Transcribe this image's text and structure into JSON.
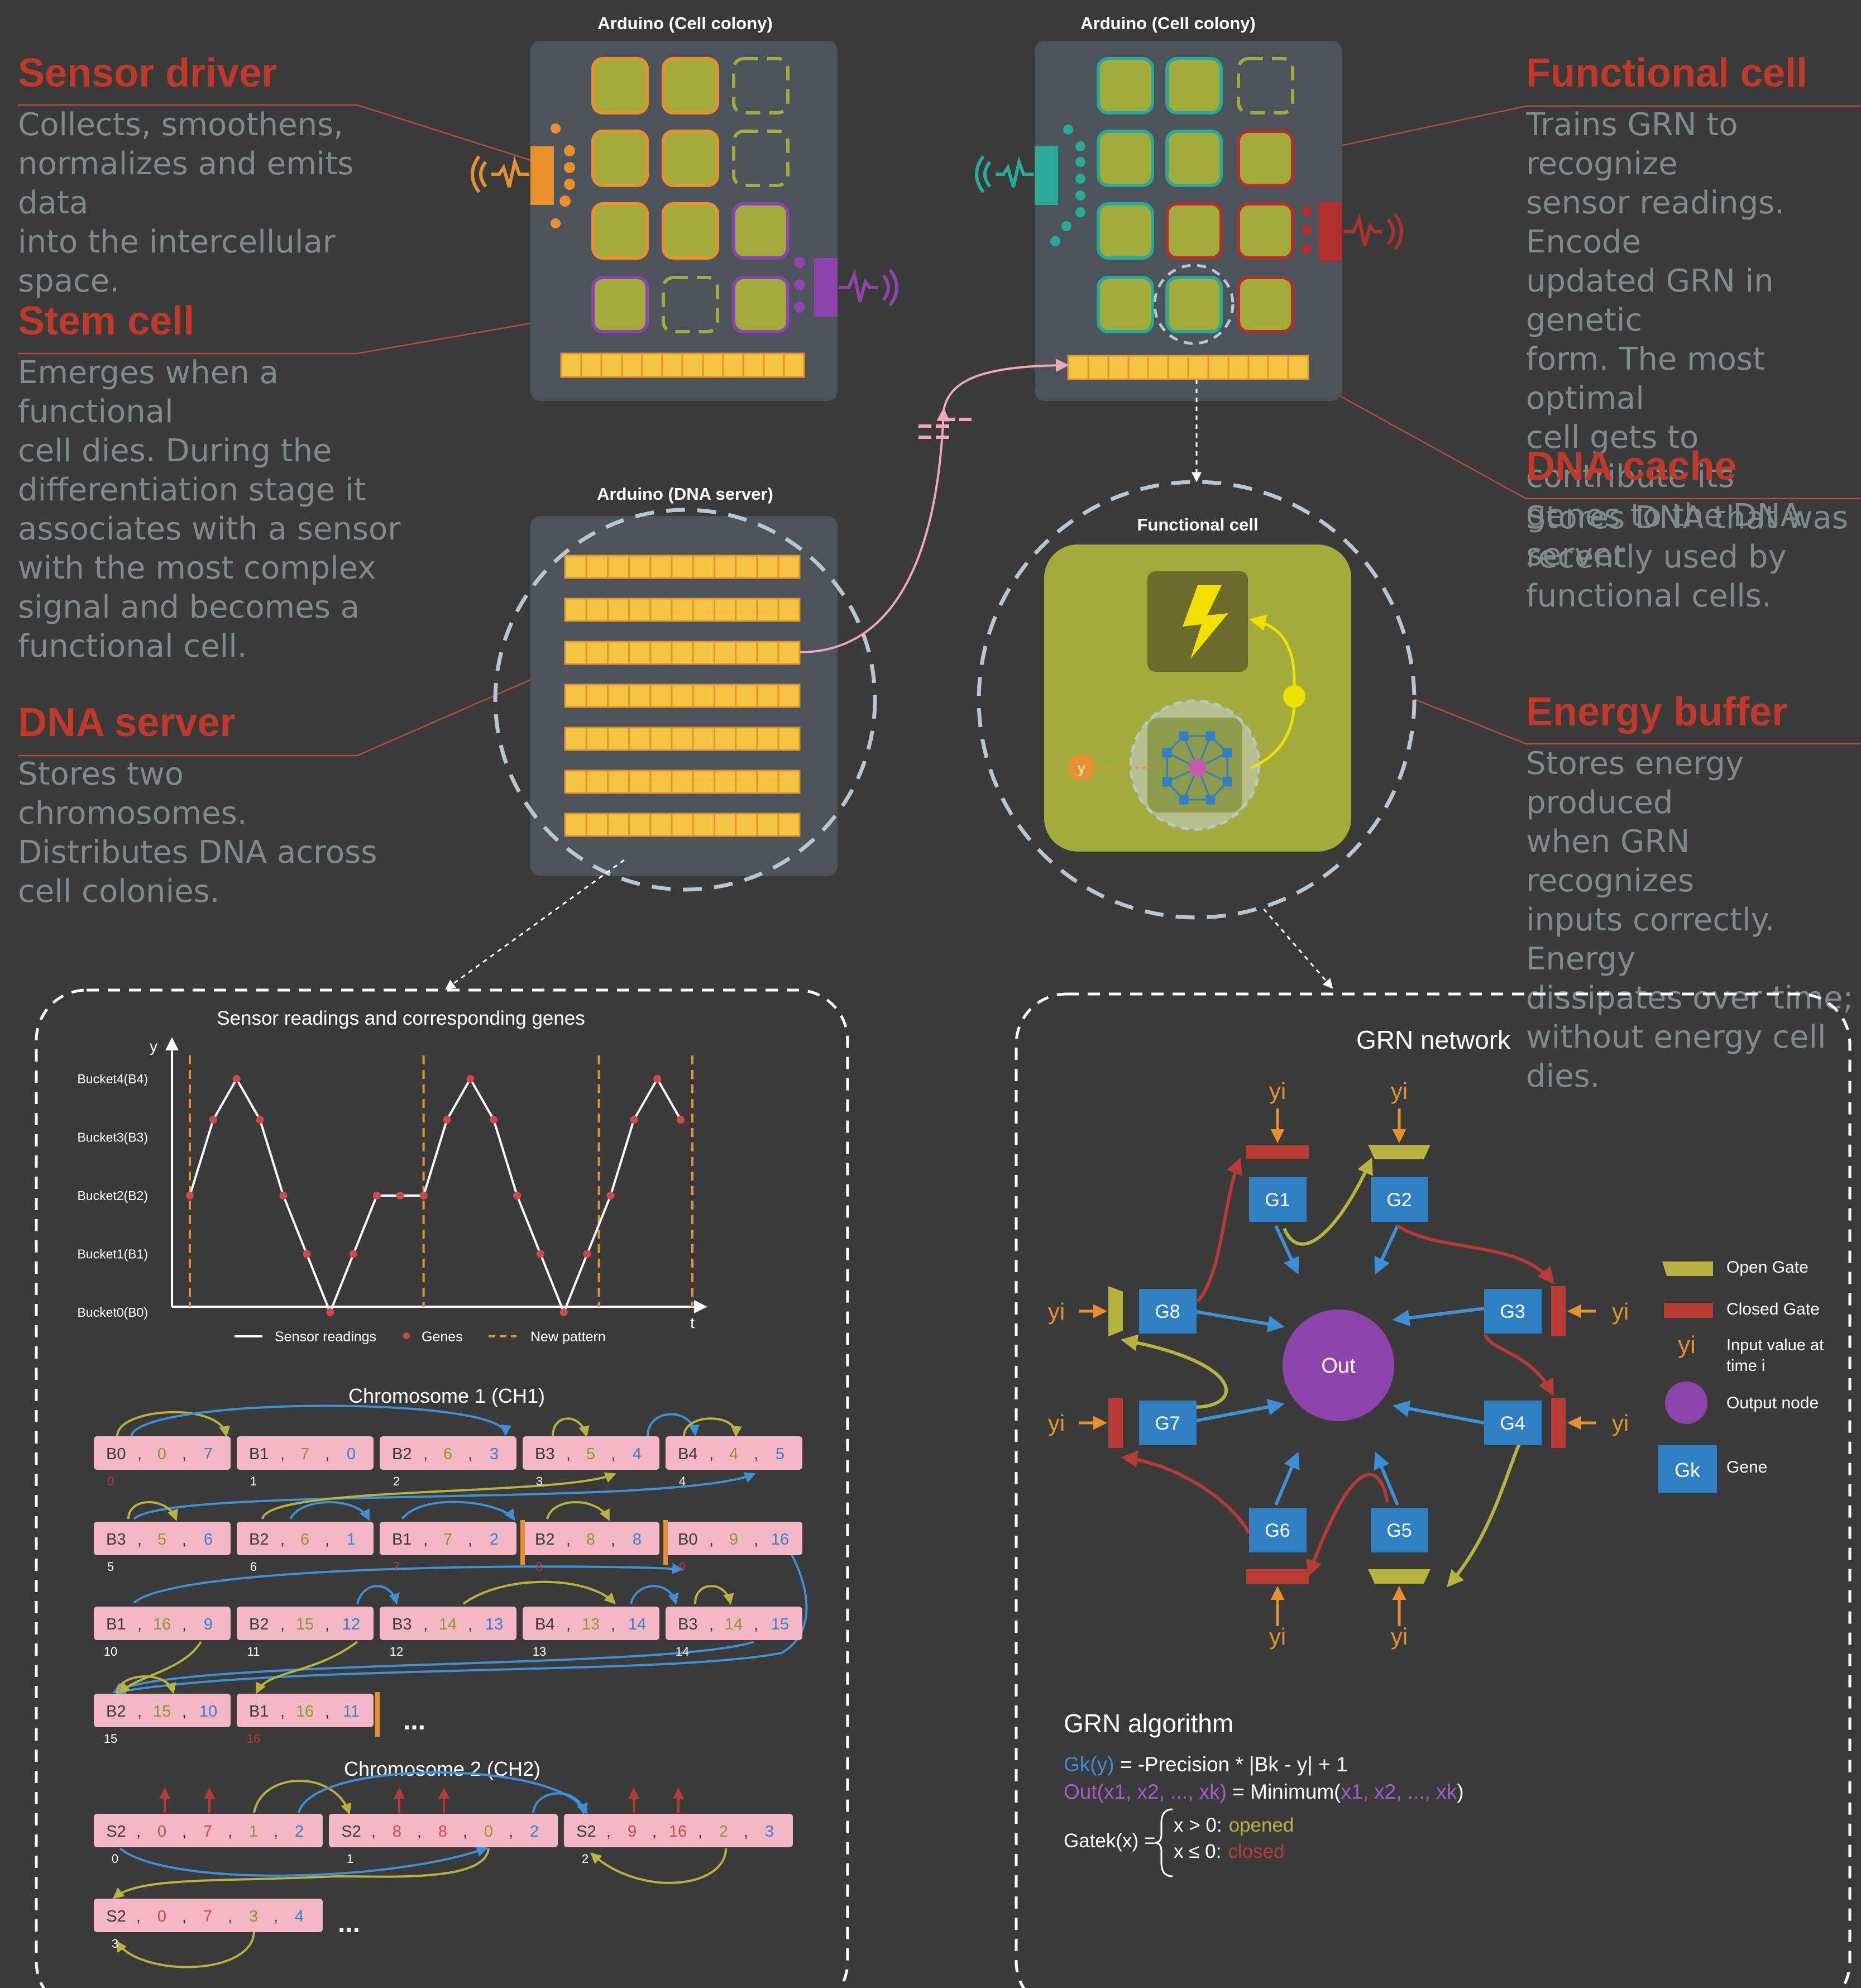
{
  "colors": {
    "background": "#3a3a3a",
    "panel": "#4a5058",
    "heading_red": "#c0392b",
    "body_gray": "#7f8a8a",
    "cell_olive": "#a3ad3d",
    "sensor_orange": "#e08a30",
    "sensor_purple": "#8e44ad",
    "sensor_teal": "#2aa89a",
    "sensor_red": "#b03030",
    "gene_blue": "#2f7fc4",
    "gene_pink": "#f3b7c6",
    "dna_yellow": "#f6c443"
  },
  "descriptions": {
    "sensor_driver": {
      "title": "Sensor driver",
      "body": "Collects, smoothens,\nnormalizes and emits data\ninto the intercellular space."
    },
    "stem_cell": {
      "title": "Stem cell",
      "body": "Emerges when a functional\ncell dies. During the\ndifferentiation stage it\nassociates with a sensor\nwith the most complex\nsignal and becomes a\nfunctional cell."
    },
    "dna_server": {
      "title": "DNA server",
      "body": "Stores two chromosomes.\nDistributes DNA across\ncell colonies."
    },
    "functional_cell": {
      "title": "Functional cell",
      "body": "Trains GRN to recognize\nsensor readings. Encode\nupdated GRN in genetic\nform. The most optimal\ncell gets to contribute its\ngenes to the DNA server"
    },
    "dna_cache": {
      "title": "DNA cache",
      "body": "Stores DNA that was\nrecently used by\nfunctional cells."
    },
    "energy_buffer": {
      "title": "Energy buffer",
      "body": "Stores energy produced\nwhen GRN recognizes\ninputs correctly. Energy\ndissipates over time;\nwithout energy cell dies."
    }
  },
  "panels": {
    "colony_left_title": "Arduino (Cell colony)",
    "colony_right_title": "Arduino (Cell colony)",
    "dna_server_title": "Arduino (DNA server)",
    "functional_cell_title": "Functional cell",
    "functional_cell_input": "y"
  },
  "sensor_chart": {
    "title": "Sensor readings and corresponding genes",
    "y_axis_letter": "y",
    "x_axis_letter": "t",
    "y_labels": [
      "Bucket4(B4)",
      "Bucket3(B3)",
      "Bucket2(B2)",
      "Bucket1(B1)",
      "Bucket0(B0)"
    ],
    "legend": [
      "Sensor readings",
      "Genes",
      "New pattern"
    ]
  },
  "chart_data": {
    "type": "line",
    "title": "Sensor readings and corresponding genes",
    "xlabel": "t",
    "ylabel": "y",
    "y_categories": [
      "Bucket0(B0)",
      "Bucket1(B1)",
      "Bucket2(B2)",
      "Bucket3(B3)",
      "Bucket4(B4)"
    ],
    "ylim": [
      0,
      4
    ],
    "series": [
      {
        "name": "Sensor readings",
        "x": [
          0,
          1,
          2,
          3,
          4,
          5,
          6,
          7,
          8,
          9,
          10,
          11,
          12,
          13,
          14,
          15,
          16,
          17,
          18,
          19,
          20,
          21
        ],
        "values": [
          2,
          3.3,
          4,
          3.3,
          2,
          1,
          0,
          1,
          2,
          2,
          2,
          3.3,
          4,
          3.3,
          2,
          1,
          0,
          1,
          2,
          3.3,
          4,
          3.3
        ]
      },
      {
        "name": "Genes",
        "x": [
          0,
          1,
          2,
          3,
          4,
          5,
          6,
          7,
          8,
          9,
          10,
          11,
          12,
          13,
          14,
          15,
          16,
          17,
          18,
          19,
          20,
          21
        ],
        "values": [
          2,
          3.3,
          4,
          3.3,
          2,
          1,
          0,
          1,
          2,
          2,
          2,
          3.3,
          4,
          3.3,
          2,
          1,
          0,
          1,
          2,
          3.3,
          4,
          3.3
        ]
      }
    ],
    "new_pattern_x": [
      0,
      10,
      17.5,
      21.5
    ],
    "grid": false,
    "legend_placement": "bottom"
  },
  "chromosome1": {
    "title": "Chromosome 1 (CH1)",
    "rows": [
      [
        {
          "b": "B0",
          "a": "0",
          "c": "7",
          "i": "0",
          "r": true
        },
        {
          "b": "B1",
          "a": "7",
          "c": "0",
          "i": "1"
        },
        {
          "b": "B2",
          "a": "6",
          "c": "3",
          "i": "2"
        },
        {
          "b": "B3",
          "a": "5",
          "c": "4",
          "i": "3"
        },
        {
          "b": "B4",
          "a": "4",
          "c": "5",
          "i": "4"
        }
      ],
      [
        {
          "b": "B3",
          "a": "5",
          "c": "6",
          "i": "5"
        },
        {
          "b": "B2",
          "a": "6",
          "c": "1",
          "i": "6"
        },
        {
          "b": "B1",
          "a": "7",
          "c": "2",
          "i": "7",
          "r": true
        },
        {
          "b": "B2",
          "a": "8",
          "c": "8",
          "i": "8",
          "r": true
        },
        {
          "b": "B0",
          "a": "9",
          "c": "16",
          "i": "9",
          "r": true
        }
      ],
      [
        {
          "b": "B1",
          "a": "16",
          "c": "9",
          "i": "10"
        },
        {
          "b": "B2",
          "a": "15",
          "c": "12",
          "i": "11"
        },
        {
          "b": "B3",
          "a": "14",
          "c": "13",
          "i": "12"
        },
        {
          "b": "B4",
          "a": "13",
          "c": "14",
          "i": "13"
        },
        {
          "b": "B3",
          "a": "14",
          "c": "15",
          "i": "14"
        }
      ],
      [
        {
          "b": "B2",
          "a": "15",
          "c": "10",
          "i": "15"
        },
        {
          "b": "B1",
          "a": "16",
          "c": "11",
          "i": "16",
          "r": true
        }
      ]
    ],
    "ellipsis": "..."
  },
  "chromosome2": {
    "title": "Chromosome 2 (CH2)",
    "rows": [
      [
        {
          "v": [
            "S2",
            "0",
            "7",
            "1",
            "2"
          ],
          "i": "0"
        },
        {
          "v": [
            "S2",
            "8",
            "8",
            "0",
            "2"
          ],
          "i": "1"
        },
        {
          "v": [
            "S2",
            "9",
            "16",
            "2",
            "3"
          ],
          "i": "2"
        }
      ],
      [
        {
          "v": [
            "S2",
            "0",
            "7",
            "3",
            "4"
          ],
          "i": "3"
        }
      ]
    ],
    "ellipsis": "..."
  },
  "grn": {
    "title": "GRN network",
    "out_label": "Out",
    "input_label": "yi",
    "genes": [
      {
        "id": "G1",
        "label": "G1"
      },
      {
        "id": "G2",
        "label": "G2"
      },
      {
        "id": "G3",
        "label": "G3"
      },
      {
        "id": "G4",
        "label": "G4"
      },
      {
        "id": "G5",
        "label": "G5"
      },
      {
        "id": "G6",
        "label": "G6"
      },
      {
        "id": "G7",
        "label": "G7"
      },
      {
        "id": "G8",
        "label": "G8"
      }
    ],
    "legend": {
      "open_gate": "Open Gate",
      "closed_gate": "Closed Gate",
      "input_symbol": "yi",
      "input_value": "Input value at\ntime i",
      "output_node": "Output node",
      "gene_symbol": "Gk",
      "gene": "Gene"
    }
  },
  "algorithm": {
    "title": "GRN algorithm",
    "line1_lhs": "Gk(y)",
    "line1_rhs": " = -Precision * |Bk - y| + 1",
    "line2_lhs": "Out(x1, x2, ..., xk)",
    "line2_mid": " = Minimum(",
    "line2_args": "x1, x2, ..., xk",
    "line2_end": ")",
    "gate_lhs": "Gatek(x) =",
    "gate_case1": "x > 0:",
    "gate_case1_val": "opened",
    "gate_case2": "x ≤ 0:",
    "gate_case2_val": "closed"
  }
}
